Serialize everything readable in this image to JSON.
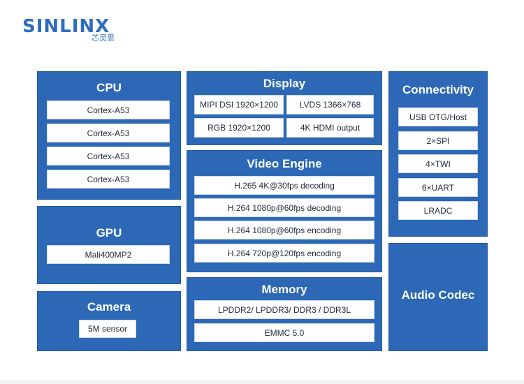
{
  "logo": {
    "text": "SINLINX",
    "subtitle": "芯灵思"
  },
  "cpu": {
    "title": "CPU",
    "cores": [
      "Cortex-A53",
      "Cortex-A53",
      "Cortex-A53",
      "Cortex-A53"
    ]
  },
  "gpu": {
    "title": "GPU",
    "items": [
      "Mali400MP2"
    ]
  },
  "camera": {
    "title": "Camera",
    "items": [
      "5M sensor"
    ]
  },
  "display": {
    "title": "Display",
    "items": [
      "MIPI DSI 1920×1200",
      "LVDS 1366×768",
      "RGB 1920×1200",
      "4K HDMI output"
    ]
  },
  "video": {
    "title": "Video Engine",
    "items": [
      "H.265 4K@30fps decoding",
      "H.264 1080p@60fps decoding",
      "H.264 1080p@60fps encoding",
      "H.264 720p@120fps encoding"
    ]
  },
  "memory": {
    "title": "Memory",
    "items": [
      "LPDDR2/ LPDDR3/ DDR3 / DDR3L",
      "EMMC 5.0"
    ]
  },
  "connectivity": {
    "title": "Connectivity",
    "items": [
      "USB OTG/Host",
      "2×SPI",
      "4×TWI",
      "6×UART",
      "LRADC"
    ]
  },
  "audio": {
    "title": "Audio Codec"
  }
}
